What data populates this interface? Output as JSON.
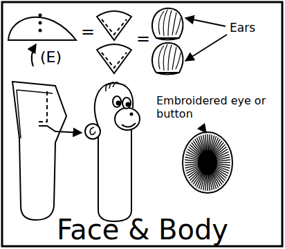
{
  "diagram": {
    "title": "Face & Body",
    "labels": [
      "(E)",
      "=",
      "=",
      "Ears",
      "Embroidered eye or button"
    ]
  }
}
